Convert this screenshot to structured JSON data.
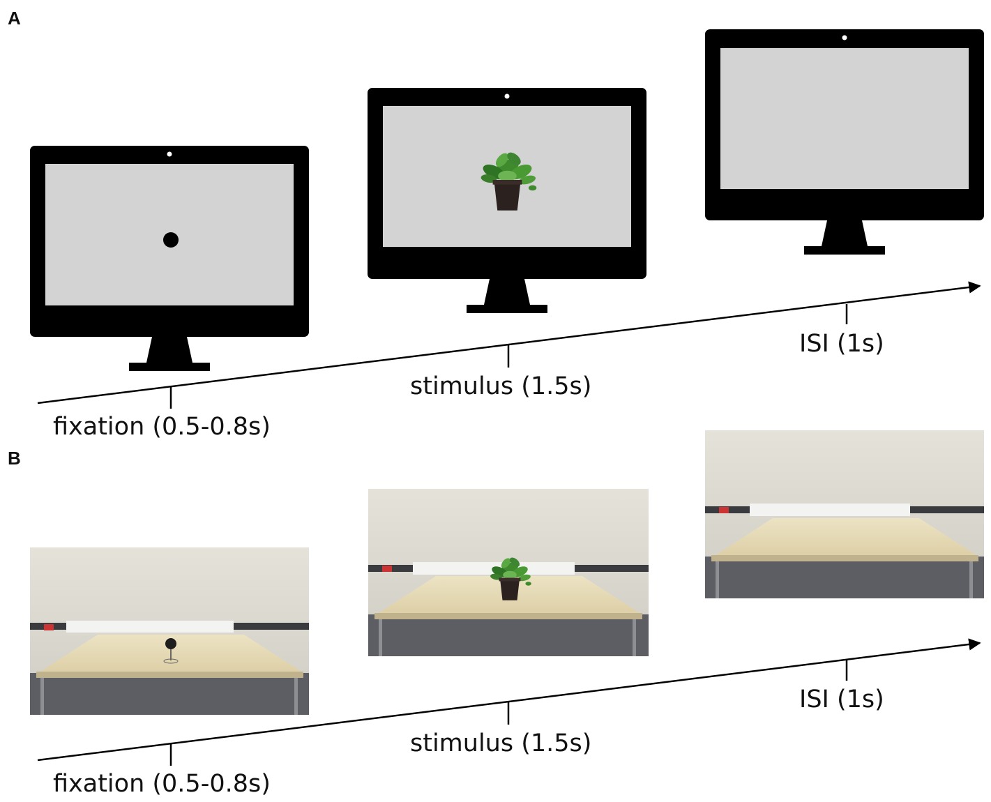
{
  "panel_a": {
    "letter": "A",
    "timeline": {
      "fixation_label": "fixation (0.5-0.8s)",
      "stimulus_label": "stimulus (1.5s)",
      "isi_label": "ISI (1s)"
    },
    "screens": [
      {
        "name": "fixation-screen",
        "content": "fixation-dot-icon"
      },
      {
        "name": "stimulus-screen",
        "content": "potted-plant-icon"
      },
      {
        "name": "isi-screen",
        "content": "blank"
      }
    ]
  },
  "panel_b": {
    "letter": "B",
    "timeline": {
      "fixation_label": "fixation (0.5-0.8s)",
      "stimulus_label": "stimulus (1.5s)",
      "isi_label": "ISI (1s)"
    },
    "photos": [
      {
        "name": "fixation-photo",
        "content": "fixation-ball-on-table"
      },
      {
        "name": "stimulus-photo",
        "content": "potted-plant-on-table"
      },
      {
        "name": "isi-photo",
        "content": "empty-table"
      }
    ]
  },
  "colors": {
    "monitor": "#000000",
    "screen": "#d3d3d3",
    "wall": "#dcdad0",
    "table_top": "#e6d9b4",
    "floor": "#5c5e63",
    "plant_green": "#3f8a2c",
    "pot": "#2b2220"
  }
}
